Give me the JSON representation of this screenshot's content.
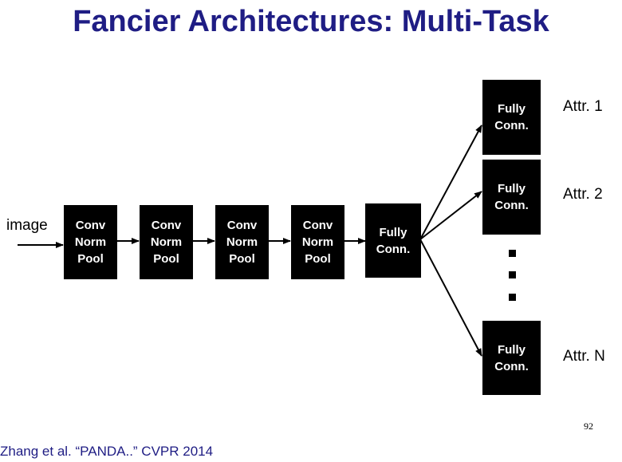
{
  "slide": {
    "title": "Fancier Architectures: Multi-Task",
    "page_number": "92",
    "citation": "Zhang et al. “PANDA..” CVPR 2014"
  },
  "diagram": {
    "input_label": "image",
    "conv_blocks": [
      {
        "lines": [
          "Conv",
          "Norm",
          "Pool"
        ]
      },
      {
        "lines": [
          "Conv",
          "Norm",
          "Pool"
        ]
      },
      {
        "lines": [
          "Conv",
          "Norm",
          "Pool"
        ]
      },
      {
        "lines": [
          "Conv",
          "Norm",
          "Pool"
        ]
      }
    ],
    "shared_fc": {
      "lines": [
        "Fully",
        "Conn."
      ]
    },
    "heads": [
      {
        "lines": [
          "Fully",
          "Conn."
        ],
        "label": "Attr. 1"
      },
      {
        "lines": [
          "Fully",
          "Conn."
        ],
        "label": "Attr. 2"
      },
      {
        "lines": [
          "Fully",
          "Conn."
        ],
        "label": "Attr. N"
      }
    ],
    "ellipsis_dots": 3
  }
}
